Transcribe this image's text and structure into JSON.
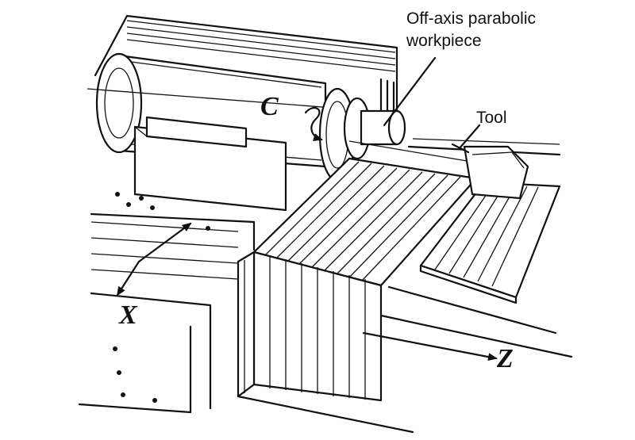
{
  "labels": {
    "workpiece_line1": "Off-axis parabolic",
    "workpiece_line2": "workpiece",
    "tool": "Tool"
  },
  "axes": {
    "c": "C",
    "x": "X",
    "z": "Z"
  },
  "colors": {
    "ink": "#111111",
    "background": "#ffffff"
  }
}
